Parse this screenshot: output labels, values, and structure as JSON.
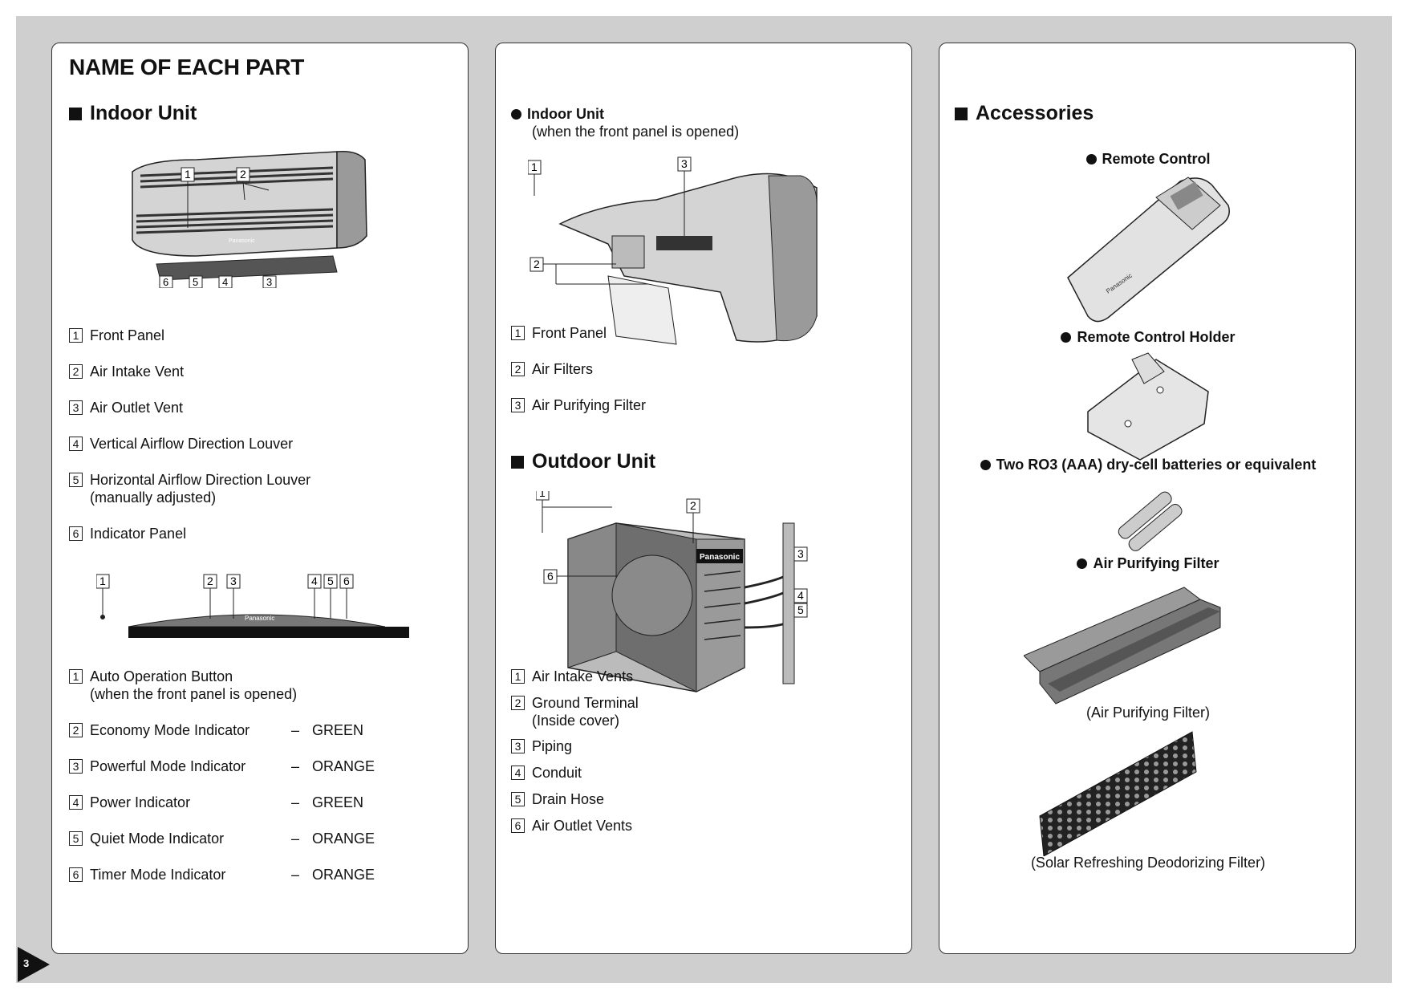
{
  "panel1": {
    "title": "NAME OF EACH PART",
    "indoor_title": "Indoor Unit",
    "indoor_items": [
      {
        "num": "1",
        "label": "Front Panel"
      },
      {
        "num": "2",
        "label": "Air Intake Vent"
      },
      {
        "num": "3",
        "label": "Air Outlet Vent"
      },
      {
        "num": "4",
        "label": "Vertical Airflow Direction Louver"
      },
      {
        "num": "5",
        "label": "Horizontal Airflow Direction Louver",
        "sub": "(manually adjusted)"
      },
      {
        "num": "6",
        "label": "Indicator Panel"
      }
    ],
    "indicator_items": [
      {
        "num": "1",
        "label": "Auto Operation Button",
        "sub": "(when the front panel is opened)"
      },
      {
        "num": "2",
        "label": "Economy Mode Indicator",
        "dash": "–",
        "color": "GREEN"
      },
      {
        "num": "3",
        "label": "Powerful Mode Indicator",
        "dash": "–",
        "color": "ORANGE"
      },
      {
        "num": "4",
        "label": "Power Indicator",
        "dash": "–",
        "color": "GREEN"
      },
      {
        "num": "5",
        "label": "Quiet Mode Indicator",
        "dash": "–",
        "color": "ORANGE"
      },
      {
        "num": "6",
        "label": "Timer Mode Indicator",
        "dash": "–",
        "color": "ORANGE"
      }
    ],
    "brand": "Panasonic"
  },
  "panel2": {
    "indoor_open_title": "Indoor Unit",
    "indoor_open_sub": "(when the front panel is opened)",
    "indoor_open_items": [
      {
        "num": "1",
        "label": "Front Panel"
      },
      {
        "num": "2",
        "label": "Air Filters"
      },
      {
        "num": "3",
        "label": "Air Purifying Filter"
      }
    ],
    "outdoor_title": "Outdoor Unit",
    "outdoor_items": [
      {
        "num": "1",
        "label": "Air Intake Vents"
      },
      {
        "num": "2",
        "label": "Ground Terminal",
        "sub": "(Inside cover)"
      },
      {
        "num": "3",
        "label": "Piping"
      },
      {
        "num": "4",
        "label": "Conduit"
      },
      {
        "num": "5",
        "label": "Drain Hose"
      },
      {
        "num": "6",
        "label": "Air Outlet Vents"
      }
    ],
    "brand": "Panasonic"
  },
  "panel3": {
    "title": "Accessories",
    "remote": "Remote Control",
    "holder": "Remote Control Holder",
    "batteries": "Two RO3 (AAA) dry-cell batteries or equivalent",
    "filter": "Air Purifying Filter",
    "filter_caption": "(Air Purifying Filter)",
    "deodorizing_caption": "(Solar Refreshing Deodorizing Filter)",
    "brand": "Panasonic"
  },
  "page_number": "3"
}
